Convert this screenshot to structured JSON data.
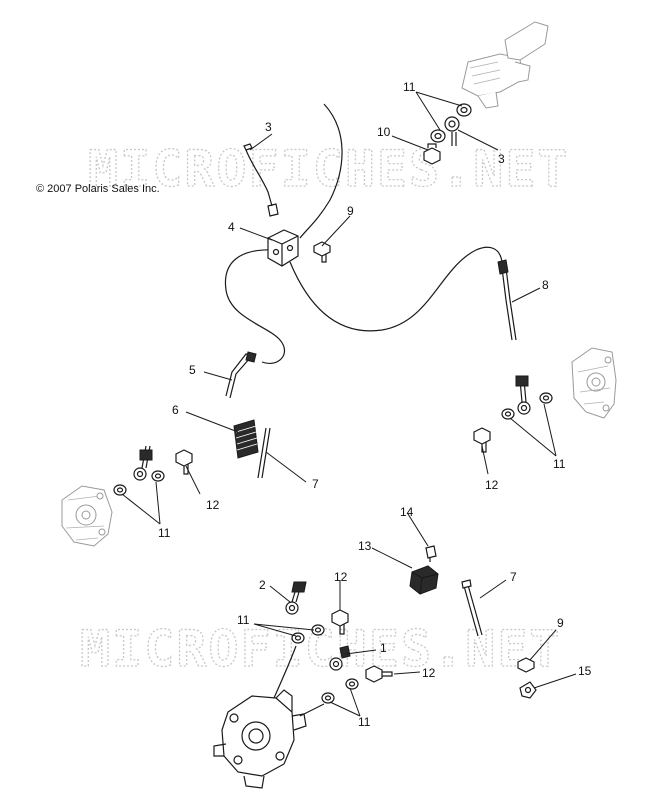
{
  "copyright": "© 2007 Polaris Sales Inc.",
  "watermark": "MICROFICHES.NET",
  "callouts": [
    {
      "id": "c1",
      "label": "1"
    },
    {
      "id": "c2",
      "label": "2"
    },
    {
      "id": "c3a",
      "label": "3"
    },
    {
      "id": "c3b",
      "label": "3"
    },
    {
      "id": "c4",
      "label": "4"
    },
    {
      "id": "c5",
      "label": "5"
    },
    {
      "id": "c6",
      "label": "6"
    },
    {
      "id": "c7a",
      "label": "7"
    },
    {
      "id": "c7b",
      "label": "7"
    },
    {
      "id": "c8",
      "label": "8"
    },
    {
      "id": "c9a",
      "label": "9"
    },
    {
      "id": "c9b",
      "label": "9"
    },
    {
      "id": "c10",
      "label": "10"
    },
    {
      "id": "c11a",
      "label": "11"
    },
    {
      "id": "c11b",
      "label": "11"
    },
    {
      "id": "c11c",
      "label": "11"
    },
    {
      "id": "c11d",
      "label": "11"
    },
    {
      "id": "c11e",
      "label": "11"
    },
    {
      "id": "c12a",
      "label": "12"
    },
    {
      "id": "c12b",
      "label": "12"
    },
    {
      "id": "c12c",
      "label": "12"
    },
    {
      "id": "c12d",
      "label": "12"
    },
    {
      "id": "c13",
      "label": "13"
    },
    {
      "id": "c14",
      "label": "14"
    },
    {
      "id": "c15",
      "label": "15"
    }
  ]
}
